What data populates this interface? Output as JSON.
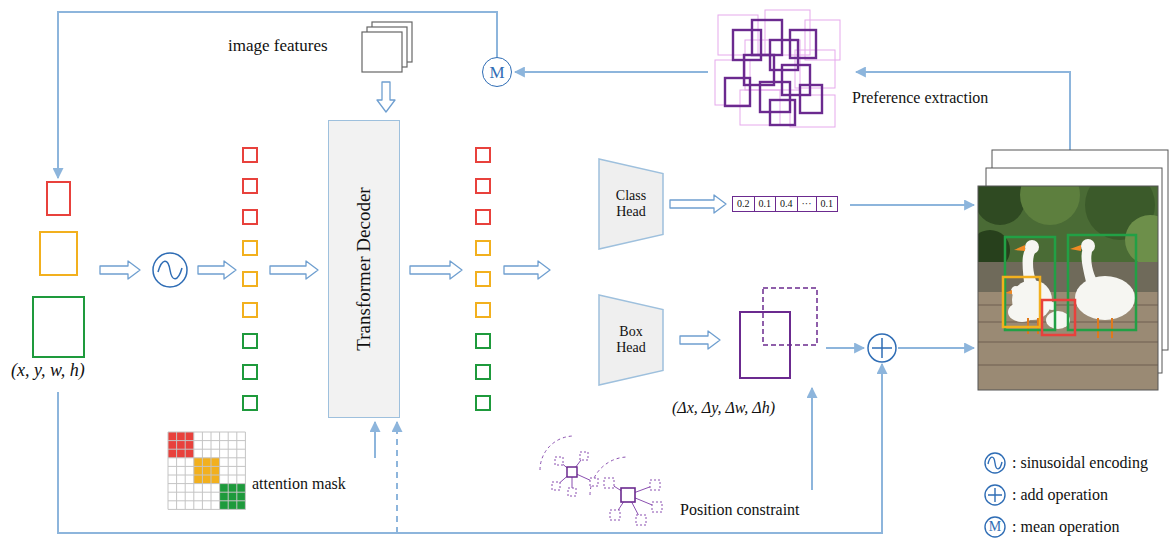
{
  "diagram": {
    "nodes": [
      {
        "text": [
          "Transformer Decoder"
        ]
      },
      {
        "text": [
          "Class Head"
        ]
      },
      {
        "text": [
          "Box Head"
        ]
      },
      {
        "text": [
          "0.2",
          "0.1",
          "0.4",
          "···",
          "0.1"
        ]
      },
      {
        "text": [
          "M"
        ]
      }
    ],
    "edges": [
      {
        "from": 1,
        "to": 3,
        "arrow": "to"
      }
    ],
    "labels": [
      "image features",
      "(x, y, w, h)",
      "attention mask",
      "(Δx, Δy, Δw, Δh)",
      "Position constraint",
      "Preference extraction",
      "M"
    ],
    "legend": [
      {
        "text": ": sinusoidal encoding"
      },
      {
        "text": ": add operation"
      },
      {
        "text": ": mean operation"
      }
    ]
  }
}
